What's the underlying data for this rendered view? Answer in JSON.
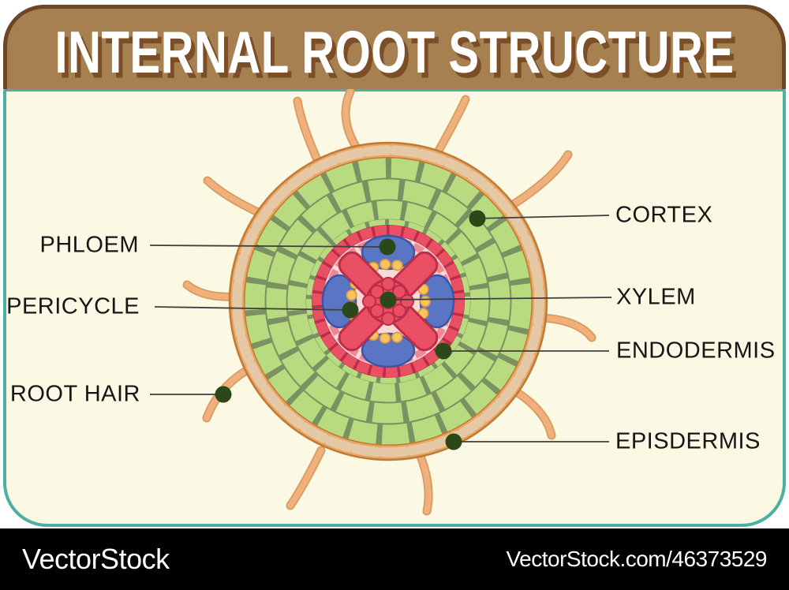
{
  "header": {
    "title": "INTERNAL ROOT STRUCTURE"
  },
  "diagram": {
    "labels": [
      {
        "id": "phloem",
        "text": "PHLOEM",
        "side": "left"
      },
      {
        "id": "pericycle",
        "text": "PERICYCLE",
        "side": "left"
      },
      {
        "id": "root-hair",
        "text": "ROOT HAIR",
        "side": "left"
      },
      {
        "id": "cortex",
        "text": "CORTEX",
        "side": "right"
      },
      {
        "id": "xylem",
        "text": "XYLEM",
        "side": "right"
      },
      {
        "id": "endodermis",
        "text": "ENDODERMIS",
        "side": "right"
      },
      {
        "id": "episdermis",
        "text": "EPISDERMIS",
        "side": "right"
      }
    ]
  },
  "watermark": {
    "brand": "VectorStock",
    "credit": "VectorStock.com/46373529"
  },
  "theme": {
    "banner-brown": "#a68050",
    "banner-border": "#6e4525",
    "title-shadow": "#7c4e28",
    "card-bg": "#fbf8e3",
    "card-border": "#4bb0a2",
    "label-color": "#161616",
    "line-color": "#3f3f3f",
    "dot-color": "#2c4818",
    "epidermis-orange": "#e9a662",
    "epidermis-tan": "#e5c8a6",
    "cortex-green": "#b9db80",
    "cortex-mortar": "#7a9161",
    "stele-red": "#ea4f63",
    "stele-dark-red": "#bb2d48",
    "stele-pink": "#f9d8d6",
    "phloem-blue": "#5a75c4",
    "phloem-blue-dark": "#3a55a5",
    "bead-yellow": "#f6c55f",
    "root-hair-tan": "#f0b07b",
    "watermark-bg": "#000000",
    "watermark-text": "#ffffff"
  }
}
